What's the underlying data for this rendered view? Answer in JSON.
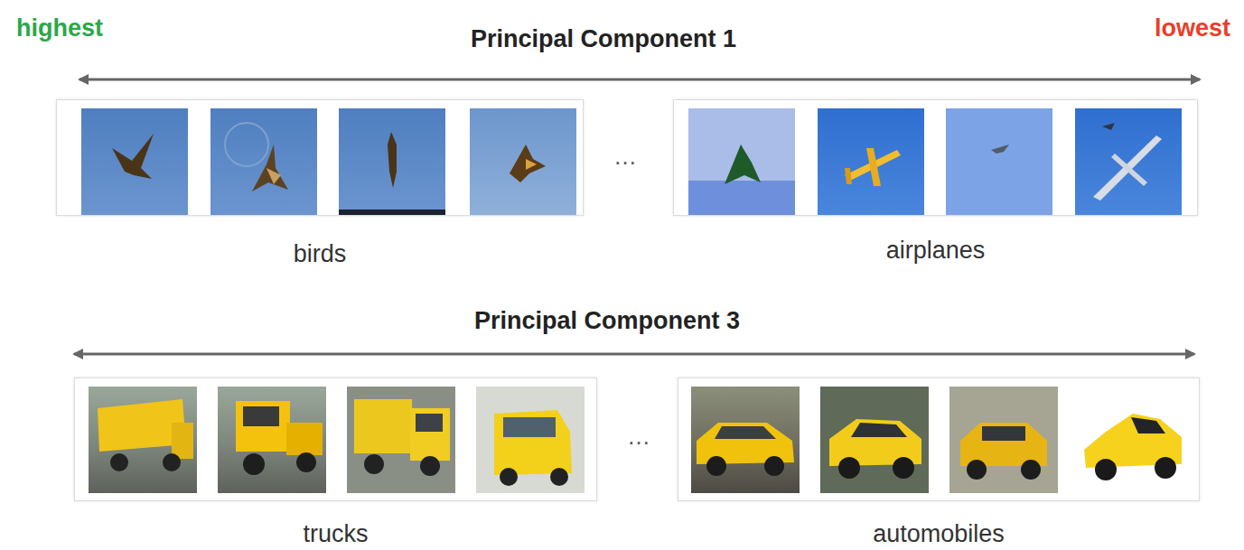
{
  "diagram": {
    "nodes": [
      {
        "text": [
          "birds"
        ]
      },
      {
        "text": [
          "airplanes"
        ]
      },
      {
        "text": [
          "trucks"
        ]
      },
      {
        "text": [
          "automobiles"
        ]
      }
    ],
    "labels": [
      "highest",
      "Principal Component 1",
      "lowest",
      "…",
      "Principal Component 3",
      "…"
    ]
  }
}
